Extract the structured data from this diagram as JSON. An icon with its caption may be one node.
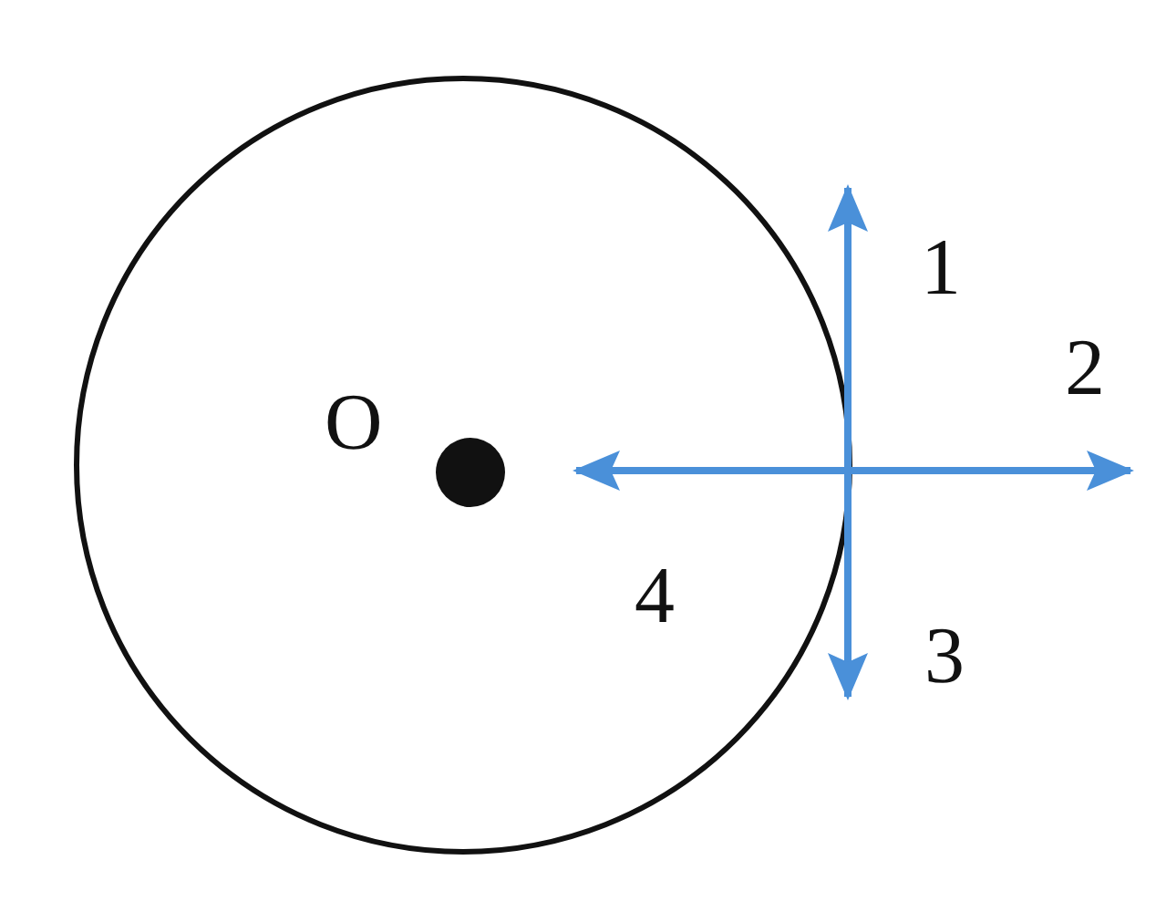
{
  "diagram": {
    "labels": [
      "1",
      "O",
      "2",
      "4",
      "3"
    ]
  }
}
